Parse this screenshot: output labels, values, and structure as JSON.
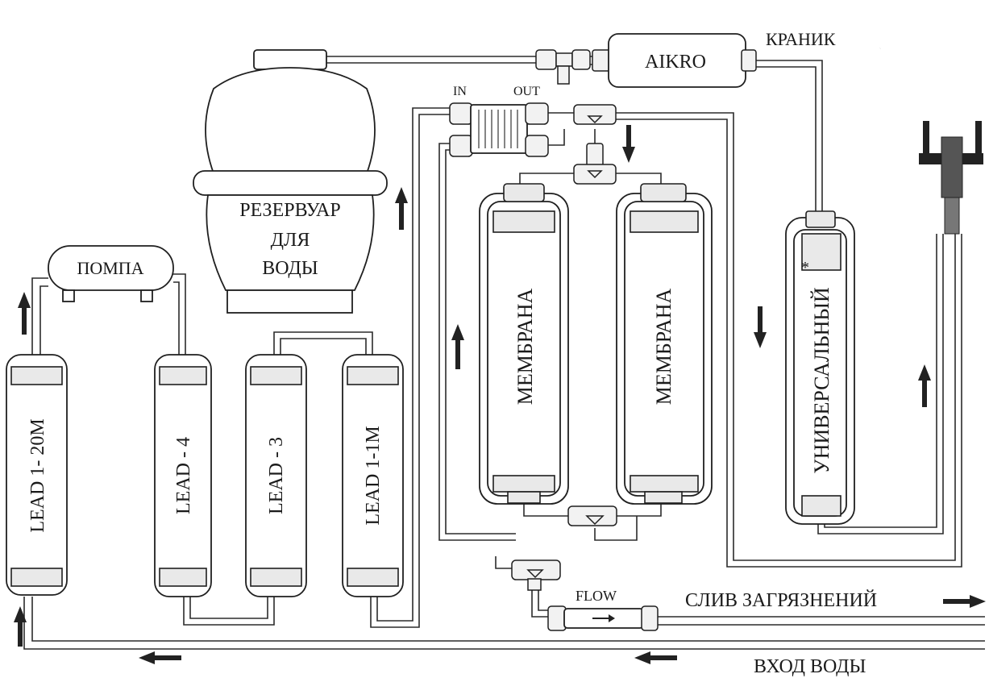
{
  "labels": {
    "pump": "ПОМПА",
    "tank_line1": "РЕЗЕРВУАР",
    "tank_line2": "ДЛЯ",
    "tank_line3": "ВОДЫ",
    "aikro": "AIKRO",
    "faucet": "КРАНИК",
    "in": "IN",
    "out": "OUT",
    "membrane1": "МЕМБРАНА",
    "membrane2": "МЕМБРАНА",
    "universal": "УНИВЕРСАЛЬНЫЙ",
    "universal_mark": "*",
    "lead1_20m": "LEAD 1- 20M",
    "lead4": "LEAD - 4",
    "lead3": "LEAD - 3",
    "lead1_1m": "LEAD 1-1M",
    "flow": "FLOW",
    "drain": "СЛИВ ЗАГРЯЗНЕНИЙ",
    "water_in": "ВХОД ВОДЫ"
  },
  "colors": {
    "line": "#2b2b2b",
    "fill": "#f7f7f7",
    "arrow": "#222222"
  }
}
